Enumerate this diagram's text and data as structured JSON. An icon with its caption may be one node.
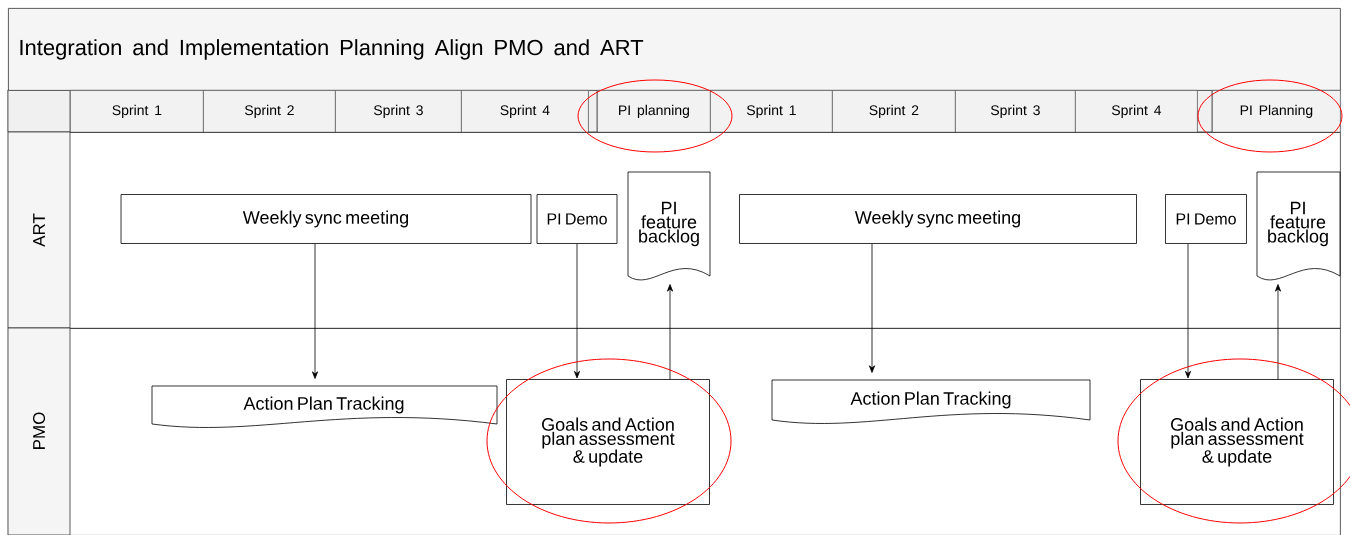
{
  "diagram": {
    "nodes": [
      {
        "text": [
          "Integration and Implementation Planning Align PMO and ART"
        ]
      },
      {
        "text": [
          "Sprint 1"
        ]
      },
      {
        "text": [
          "Sprint 2"
        ]
      },
      {
        "text": [
          "Sprint 3"
        ]
      },
      {
        "text": [
          "Sprint 4"
        ]
      },
      {
        "text": [
          "PI planning"
        ]
      },
      {
        "text": [
          "Sprint 1"
        ]
      },
      {
        "text": [
          "Sprint 2"
        ]
      },
      {
        "text": [
          "Sprint 3"
        ]
      },
      {
        "text": [
          "Sprint 4"
        ]
      },
      {
        "text": [
          "PI Planning"
        ]
      },
      {
        "text": [
          "ART"
        ]
      },
      {
        "text": [
          "PMO"
        ]
      },
      {
        "text": [
          "Weekly sync meeting"
        ],
        "in": 11
      },
      {
        "text": [
          "PI Demo"
        ],
        "in": 11
      },
      {
        "text": [
          "PI feature backlog"
        ],
        "in": 11
      },
      {
        "text": [
          "Weekly sync meeting"
        ],
        "in": 11
      },
      {
        "text": [
          "PI Demo"
        ],
        "in": 11
      },
      {
        "text": [
          "PI feature backlog"
        ],
        "in": 11
      },
      {
        "text": [
          "Action Plan Tracking"
        ],
        "in": 12
      },
      {
        "text": [
          "Goals and Action plan assessment & update"
        ],
        "in": 12
      },
      {
        "text": [
          "Action Plan Tracking"
        ],
        "in": 12
      },
      {
        "text": [
          "Goals and Action plan assessment & update"
        ],
        "in": 12
      }
    ],
    "edges": [
      {
        "from": 13,
        "to": 19,
        "arrow": "to"
      },
      {
        "from": 14,
        "to": 20,
        "arrow": "to"
      },
      {
        "from": 20,
        "to": 15,
        "arrow": "to"
      },
      {
        "from": 16,
        "to": 21,
        "arrow": "to"
      },
      {
        "from": 17,
        "to": 22,
        "arrow": "to"
      },
      {
        "from": 22,
        "to": 18,
        "arrow": "to"
      }
    ]
  }
}
